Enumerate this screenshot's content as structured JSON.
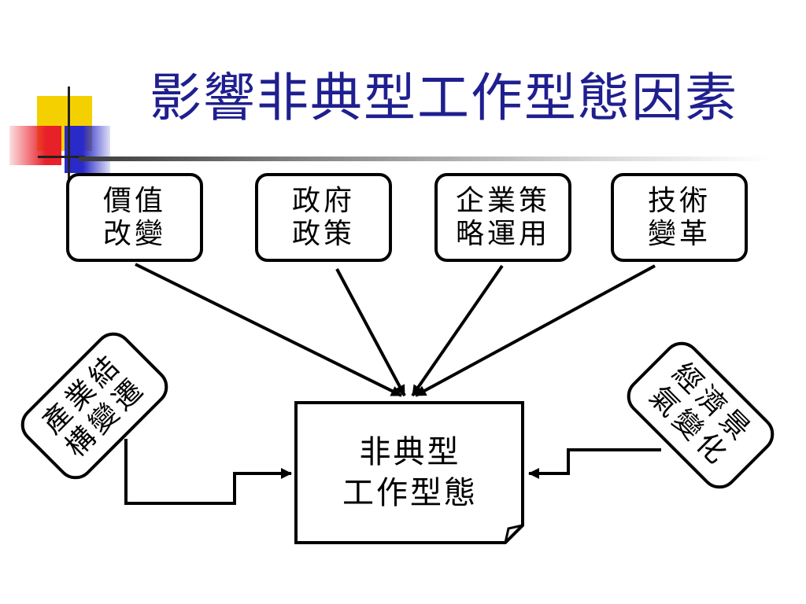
{
  "slide": {
    "title": "影響非典型工作型態因素"
  },
  "factors_top": [
    {
      "line1": "價值",
      "line2": "改變"
    },
    {
      "line1": "政府",
      "line2": "政策"
    },
    {
      "line1": "企業策",
      "line2": "略運用"
    },
    {
      "line1": "技術",
      "line2": "變革"
    }
  ],
  "factors_side": {
    "left": {
      "line1": "產業結",
      "line2": "構變遷"
    },
    "right": {
      "line1": "經濟景",
      "line2": "氣變化"
    }
  },
  "outcome": {
    "line1": "非典型",
    "line2": "工作型態"
  },
  "colors": {
    "title": "#1f1f8f",
    "deco_yellow": "#f5d000",
    "deco_red": "#e8202a",
    "deco_blue": "#2a2ac8",
    "line": "#000000"
  }
}
